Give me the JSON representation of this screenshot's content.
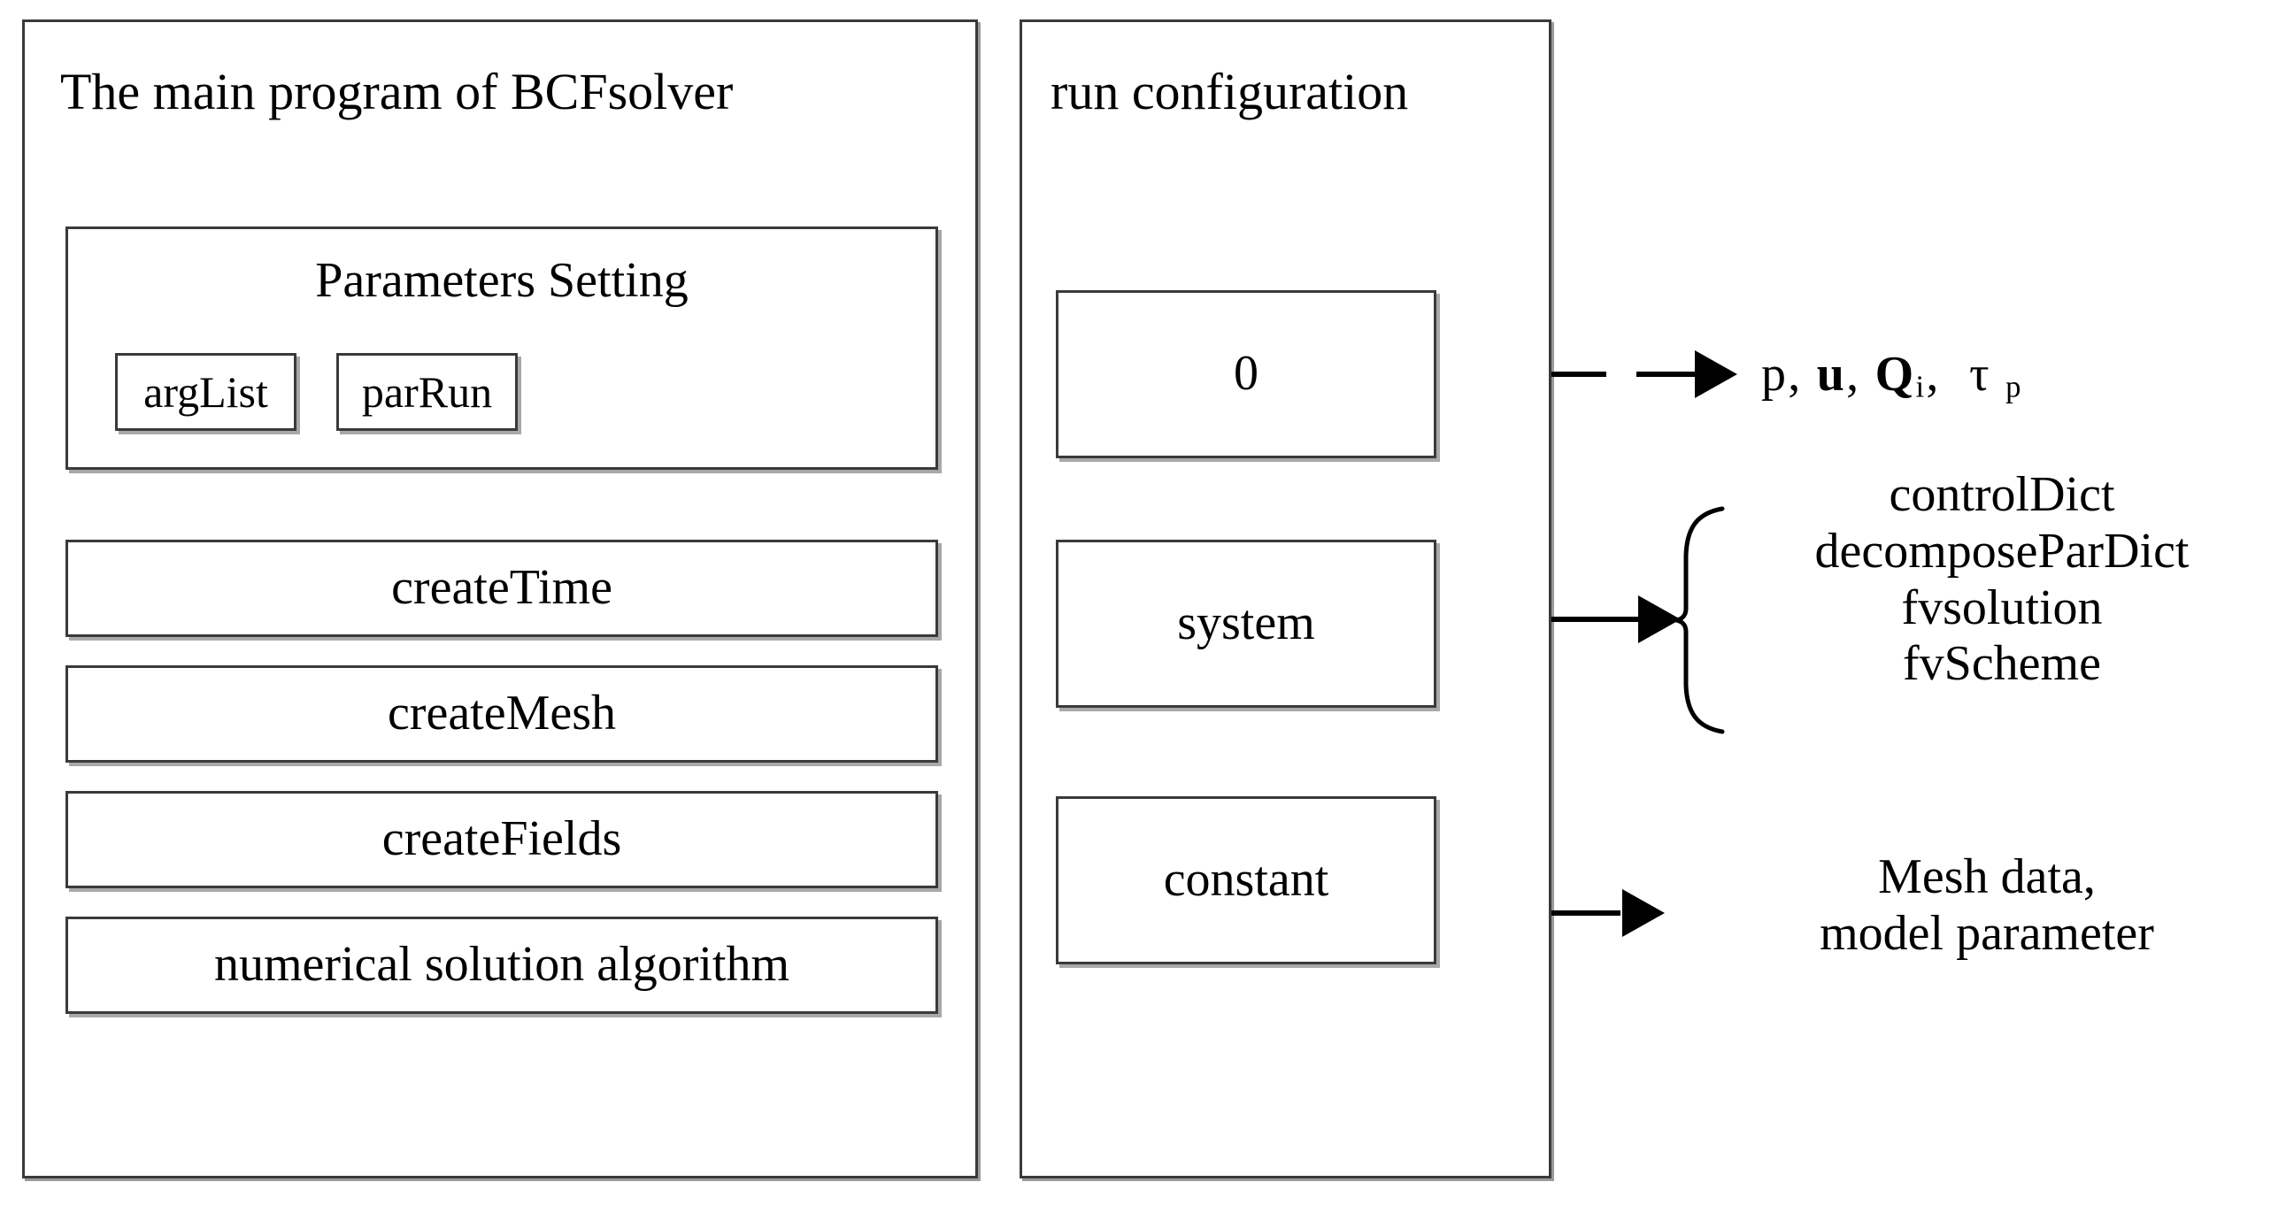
{
  "diagram": {
    "title_left": "The main program of BCFsolver",
    "title_right": "run configuration"
  },
  "left_panel": {
    "title": "The main program of BCFsolver",
    "parameters_group": {
      "title": "Parameters Setting",
      "items": [
        {
          "label": "argList"
        },
        {
          "label": "parRun"
        }
      ]
    },
    "steps": [
      {
        "label": "createTime"
      },
      {
        "label": "createMesh"
      },
      {
        "label": "createFields"
      },
      {
        "label": "numerical solution algorithm"
      }
    ]
  },
  "right_panel": {
    "title": "run configuration",
    "folders": [
      {
        "label": "0"
      },
      {
        "label": "system"
      },
      {
        "label": "constant"
      }
    ]
  },
  "annotations": [
    {
      "id": "fields",
      "arrow_style": "dashed",
      "has_brace": false,
      "lines": [
        "p, u, Qi , τ p"
      ],
      "symbols": [
        {
          "text": "p",
          "bold": false,
          "sub": ""
        },
        {
          "text": ",",
          "bold": false,
          "sub": ""
        },
        {
          "text": "u",
          "bold": true,
          "sub": ""
        },
        {
          "text": ",",
          "bold": false,
          "sub": ""
        },
        {
          "text": "Q",
          "bold": true,
          "sub": "i"
        },
        {
          "text": ",",
          "bold": false,
          "sub": ""
        },
        {
          "text": "τ",
          "bold": false,
          "sub": "p"
        }
      ]
    },
    {
      "id": "system-files",
      "arrow_style": "solid",
      "has_brace": true,
      "lines": [
        "controlDict",
        "decomposeParDict",
        "fvsolution",
        "fvScheme"
      ]
    },
    {
      "id": "constant-files",
      "arrow_style": "solid",
      "has_brace": false,
      "lines": [
        "Mesh data,",
        "model parameter"
      ]
    }
  ],
  "colors": {
    "border": "#3a3a3a",
    "shadow": "#a8a8a8",
    "text": "#000000",
    "background": "#ffffff"
  }
}
